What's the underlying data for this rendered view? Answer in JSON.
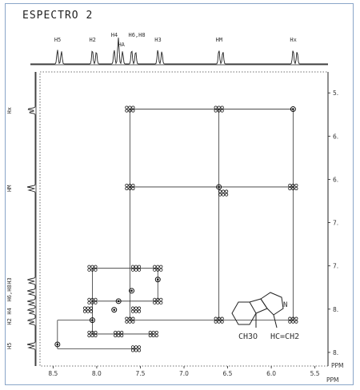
{
  "title": "ESPECTRO 2",
  "axis_unit": "PPM",
  "x_ticks": [
    "8.5",
    "8.0",
    "7.5",
    "7.0",
    "6.5",
    "6.0",
    "5.5"
  ],
  "y_ticks": [
    "5.",
    "6.",
    "6.",
    "7.",
    "7.",
    "8.",
    "8."
  ],
  "top_peak_labels": [
    "H5",
    "H2",
    "H4",
    "HA",
    "H6,H8",
    "H3",
    "HM",
    "Hx"
  ],
  "left_peak_labels": [
    "Hx",
    "HM",
    "H3",
    "H6,H8",
    "H4",
    "H2",
    "H5"
  ],
  "structure": {
    "methoxy_label": "CH3O",
    "vinyl_label": "HC=CH2",
    "nitrogen_label": "N"
  },
  "chart_data": {
    "type": "scatter",
    "title": "ESPECTRO 2",
    "xlabel": "PPM",
    "ylabel": "PPM",
    "xlim": [
      8.65,
      5.35
    ],
    "ylim": [
      4.85,
      8.25
    ],
    "x": [
      8.45,
      8.05,
      7.8,
      7.75,
      7.6,
      7.3,
      6.6,
      5.75
    ],
    "diagonal": [
      {
        "x": 5.75,
        "y": 5.28
      },
      {
        "x": 6.6,
        "y": 6.18
      },
      {
        "x": 7.3,
        "y": 7.25
      },
      {
        "x": 7.6,
        "y": 7.38
      },
      {
        "x": 7.75,
        "y": 7.5
      },
      {
        "x": 7.8,
        "y": 7.6
      },
      {
        "x": 8.05,
        "y": 7.72
      },
      {
        "x": 8.45,
        "y": 8.0
      }
    ],
    "cross_peaks": [
      {
        "x": 7.62,
        "y": 5.28
      },
      {
        "x": 6.6,
        "y": 5.28
      },
      {
        "x": 7.62,
        "y": 6.18
      },
      {
        "x": 5.75,
        "y": 6.18
      },
      {
        "x": 7.62,
        "y": 7.72
      },
      {
        "x": 6.6,
        "y": 7.72
      },
      {
        "x": 5.75,
        "y": 7.72
      },
      {
        "x": 8.05,
        "y": 7.12
      },
      {
        "x": 7.55,
        "y": 7.12
      },
      {
        "x": 7.3,
        "y": 7.12
      },
      {
        "x": 7.3,
        "y": 7.5
      },
      {
        "x": 8.05,
        "y": 7.5
      },
      {
        "x": 8.05,
        "y": 7.88
      },
      {
        "x": 7.75,
        "y": 7.88
      },
      {
        "x": 7.35,
        "y": 7.88
      },
      {
        "x": 7.55,
        "y": 7.6
      },
      {
        "x": 8.1,
        "y": 7.6
      },
      {
        "x": 7.55,
        "y": 8.05
      },
      {
        "x": 6.55,
        "y": 6.25
      }
    ],
    "connectivity": [
      {
        "from": [
          6.6,
          5.28
        ],
        "to": [
          5.75,
          5.28
        ]
      },
      {
        "from": [
          7.62,
          5.28
        ],
        "to": [
          6.6,
          5.28
        ]
      },
      {
        "from": [
          7.62,
          6.18
        ],
        "to": [
          5.75,
          6.18
        ]
      },
      {
        "from": [
          7.62,
          7.72
        ],
        "to": [
          5.75,
          7.72
        ]
      },
      {
        "from": [
          7.62,
          5.28
        ],
        "to": [
          7.62,
          7.72
        ]
      },
      {
        "from": [
          6.6,
          5.28
        ],
        "to": [
          6.6,
          7.72
        ]
      },
      {
        "from": [
          5.75,
          5.28
        ],
        "to": [
          5.75,
          7.72
        ]
      },
      {
        "from": [
          8.45,
          7.72
        ],
        "to": [
          8.45,
          8.05
        ]
      },
      {
        "from": [
          8.45,
          8.05
        ],
        "to": [
          7.55,
          8.05
        ]
      },
      {
        "from": [
          8.45,
          7.72
        ],
        "to": [
          8.05,
          7.72
        ]
      },
      {
        "from": [
          8.05,
          7.12
        ],
        "to": [
          7.3,
          7.12
        ]
      },
      {
        "from": [
          8.05,
          7.5
        ],
        "to": [
          7.3,
          7.5
        ]
      },
      {
        "from": [
          8.05,
          7.88
        ],
        "to": [
          7.35,
          7.88
        ]
      },
      {
        "from": [
          8.05,
          7.12
        ],
        "to": [
          8.05,
          7.88
        ]
      },
      {
        "from": [
          7.3,
          7.12
        ],
        "to": [
          7.3,
          7.5
        ]
      }
    ]
  }
}
